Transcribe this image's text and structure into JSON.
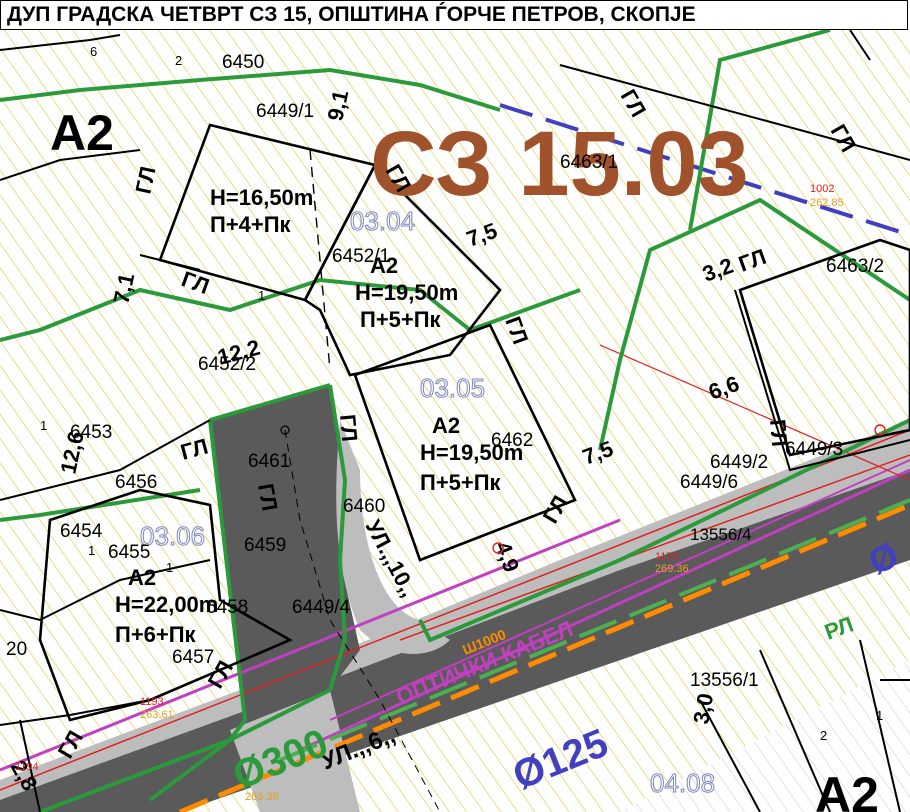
{
  "title": "ДУП ГРАДСКА ЧЕТВРТ СЗ 15, ОПШТИНА ЃОРЧЕ ПЕТРОВ, СКОПЈЕ",
  "block_label": "СЗ 15.03",
  "colors": {
    "block_label": "#a0522d",
    "hatch": "#e6d36a",
    "boundary": "#2a9a3a",
    "road": "#bdbdbd",
    "road_dark": "#5a5a5a",
    "magenta": "#c040c0",
    "orange": "#ff8c00",
    "blue": "#4040c0"
  },
  "zones": {
    "a2_left_top": "A2",
    "a2_bottom_right": "A2"
  },
  "parcels": {
    "p6450": "6450",
    "p6449_1": "6449/1",
    "p6463_1": "6463/1",
    "p6463_2": "6463/2",
    "p6452_1": "6452/1",
    "p6452_2": "6452/2",
    "p6453": "6453",
    "p6456": "6456",
    "p6454": "6454",
    "p6455": "6455",
    "p6461": "6461",
    "p6460": "6460",
    "p6459": "6459",
    "p6462": "6462",
    "p6458": "6458",
    "p6449_4": "6449/4",
    "p6457": "6457",
    "p6449_2": "6449/2",
    "p6449_6": "6449/6",
    "p6449_3": "6449/3",
    "p13556_1": "13556/1",
    "p13556_4": "13556/4",
    "p20": "20",
    "p6": "6",
    "p2": "2",
    "p1a": "1",
    "p1b": "1",
    "p1c": "1",
    "p1d": "1",
    "p1e": "1",
    "p2b": "2"
  },
  "buildings": [
    {
      "zone": "",
      "height": "H=16,50m",
      "floors": "П+4+Пк"
    },
    {
      "zone": "A2",
      "height": "H=19,50m",
      "floors": "П+5+Пк"
    },
    {
      "zone": "A2",
      "height": "H=19,50m",
      "floors": "П+5+Пк"
    },
    {
      "zone": "A2",
      "height": "H=22,00m",
      "floors": "П+6+Пк"
    }
  ],
  "sub_blocks": {
    "b0304": "03.04",
    "b0305": "03.05",
    "b0306": "03.06",
    "b0408": "04.08"
  },
  "dimensions": {
    "d9_1": "9,1",
    "d7_5a": "7,5",
    "d7_1": "7,1",
    "d3_2": "3,2",
    "d12_2": "12,2",
    "d12_6": "12,6",
    "d6_6": "6,6",
    "d7_5b": "7,5",
    "d4_9": "4,9",
    "d3_0": "3,0",
    "d2_8": "2,8"
  },
  "gl_label": "ГЛ",
  "road_labels": {
    "ul10": "УЛ.,,10,,",
    "ul6": "УЛ.,,6,,",
    "rl": "РЛ"
  },
  "utilities": {
    "optic_cable": "ОПТИЧКИ КАБЕЛ",
    "pipe300": "Ø300",
    "pipe125": "Ø125",
    "pipe_partial": "Ø",
    "w1000": "Ш1000",
    "small_1175": "1175",
    "small_1193": "1193",
    "small_1194": "1194",
    "small_1002": "1002",
    "small_26285": "262.85",
    "small_26361": "263.61",
    "small_26336": "263.36",
    "small_26936": "269.36"
  }
}
